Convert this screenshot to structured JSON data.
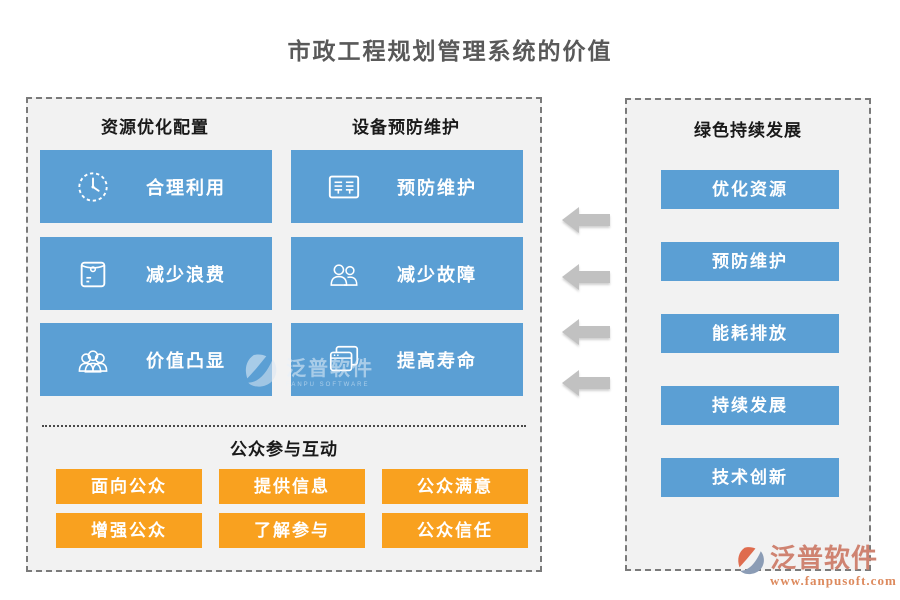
{
  "title": "市政工程规划管理系统的价值",
  "left_panel": {
    "col1": {
      "header": "资源优化配置",
      "items": [
        {
          "label": "合理利用",
          "icon": "clock-icon"
        },
        {
          "label": "减少浪费",
          "icon": "pouch-icon"
        },
        {
          "label": "价值凸显",
          "icon": "people-group-icon"
        }
      ]
    },
    "col2": {
      "header": "设备预防维护",
      "items": [
        {
          "label": "预防维护",
          "icon": "list-card-icon"
        },
        {
          "label": "减少故障",
          "icon": "two-people-icon"
        },
        {
          "label": "提高寿命",
          "icon": "windows-icon"
        }
      ]
    },
    "public_section": {
      "header": "公众参与互动",
      "rows": [
        [
          "面向公众",
          "提供信息",
          "公众满意"
        ],
        [
          "增强公众",
          "了解参与",
          "公众信任"
        ]
      ]
    }
  },
  "right_panel": {
    "header": "绿色持续发展",
    "items": [
      "优化资源",
      "预防维护",
      "能耗排放",
      "持续发展",
      "技术创新"
    ]
  },
  "arrows": {
    "direction": "left",
    "count": 4
  },
  "watermark": {
    "text": "泛普软件",
    "subtext": "FANPU SOFTWARE"
  },
  "logo": {
    "text": "泛普软件",
    "url": "www.fanpusoft.com"
  },
  "colors": {
    "box_blue": "#5b9fd4",
    "button_orange": "#f9a11f",
    "arrow_gray": "#c1c1c1",
    "title_gray": "#595959",
    "logo_salmon": "#cf8371"
  }
}
